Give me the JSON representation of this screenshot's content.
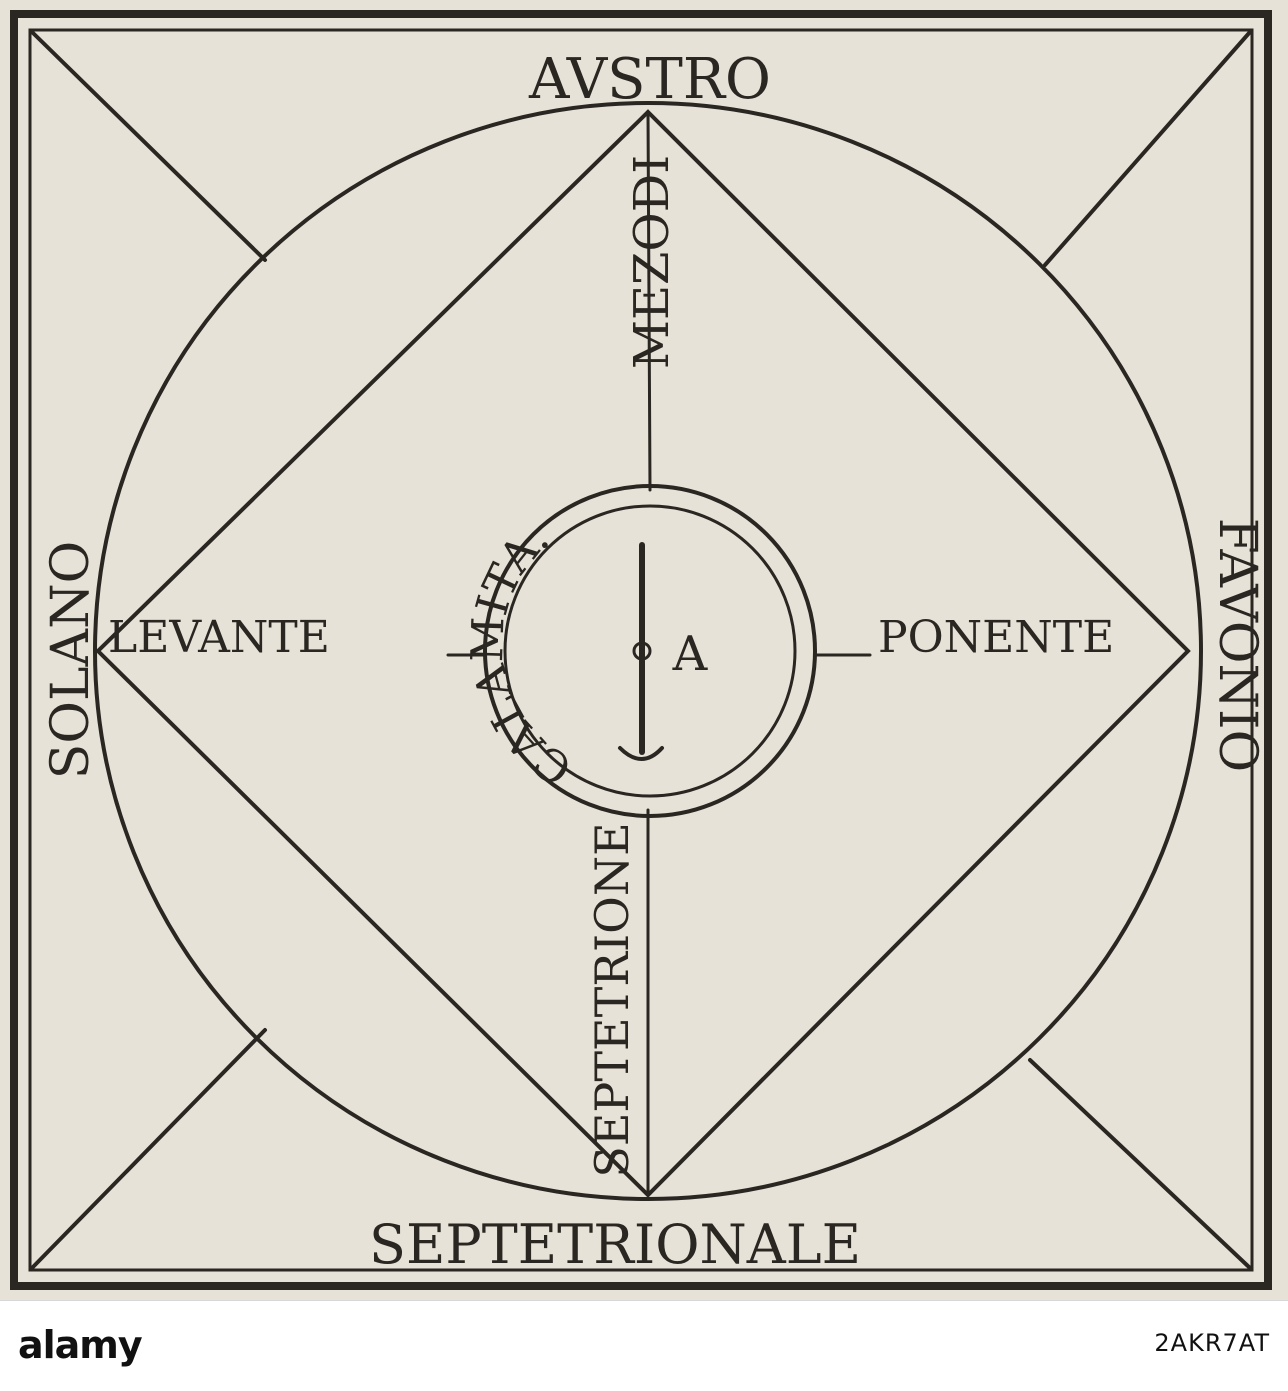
{
  "diagram": {
    "labels": {
      "top": "AVSTRO",
      "bottom": "SEPTETRIONALE",
      "left": "SOLANO",
      "right": "FAVONIO",
      "west_inner": "LEVANTE",
      "east_inner": "PONENTE",
      "north_inner": "MEZODI",
      "south_inner": "SEPTETRIONE",
      "center_ring": "CALAMITA.",
      "center_letter": "A"
    },
    "ink_color": "#2a2622",
    "paper_color": "#e7e2d7"
  },
  "footer": {
    "brand": "alamy",
    "image_id": "2AKR7AT"
  }
}
